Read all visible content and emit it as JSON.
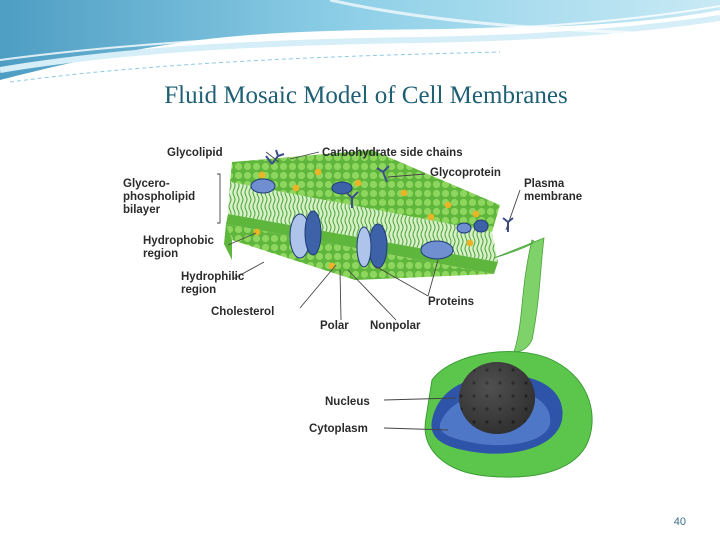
{
  "slide": {
    "title": "Fluid Mosaic Model of Cell Membranes",
    "page_number": "40"
  },
  "diagram": {
    "labels": {
      "glycolipid": "Glycolipid",
      "carbohydrate_side_chains": "Carbohydrate side chains",
      "glycoprotein": "Glycoprotein",
      "glycero_line1": "Glycero-",
      "glycero_line2": "phospholipid",
      "glycero_line3": "bilayer",
      "plasma_line1": "Plasma",
      "plasma_line2": "membrane",
      "hydrophobic_line1": "Hydrophobic",
      "hydrophobic_line2": "region",
      "hydrophilic_line1": "Hydrophilic",
      "hydrophilic_line2": "region",
      "cholesterol": "Cholesterol",
      "proteins": "Proteins",
      "polar": "Polar",
      "nonpolar": "Nonpolar",
      "nucleus": "Nucleus",
      "cytoplasm": "Cytoplasm"
    }
  },
  "colors": {
    "title": "#1f5f74",
    "membrane_green": "#6fc24a",
    "protein_blue": "#3d62a8",
    "cell_green": "#5cc64c",
    "nucleus_dark": "#3a3a3a"
  }
}
